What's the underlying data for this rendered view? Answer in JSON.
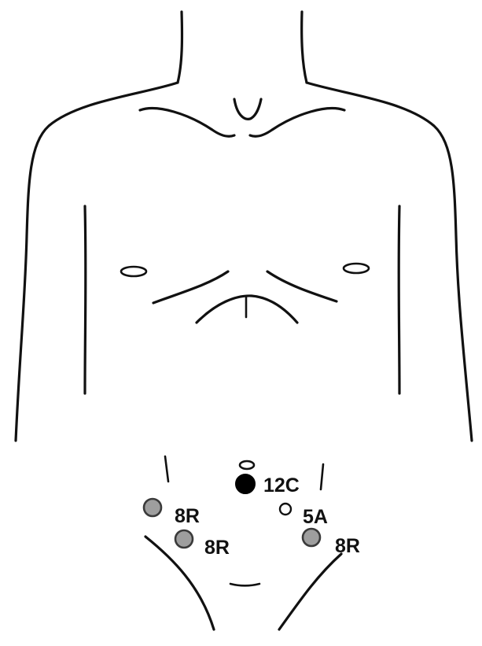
{
  "ports": [
    {
      "id": "camera",
      "label": "12C",
      "fill": "#000000",
      "stroke": "#000000",
      "size": "large"
    },
    {
      "id": "assist",
      "label": "5A",
      "fill": "#ffffff",
      "stroke": "#111111",
      "size": "small"
    },
    {
      "id": "robotic-left-upper",
      "label": "8R",
      "fill": "#9e9e9e",
      "stroke": "#3a3a3a",
      "size": "medium"
    },
    {
      "id": "robotic-left-lower",
      "label": "8R",
      "fill": "#9e9e9e",
      "stroke": "#3a3a3a",
      "size": "medium"
    },
    {
      "id": "robotic-right",
      "label": "8R",
      "fill": "#9e9e9e",
      "stroke": "#3a3a3a",
      "size": "medium"
    }
  ],
  "colors": {
    "outline": "#111111",
    "background": "#ffffff"
  }
}
